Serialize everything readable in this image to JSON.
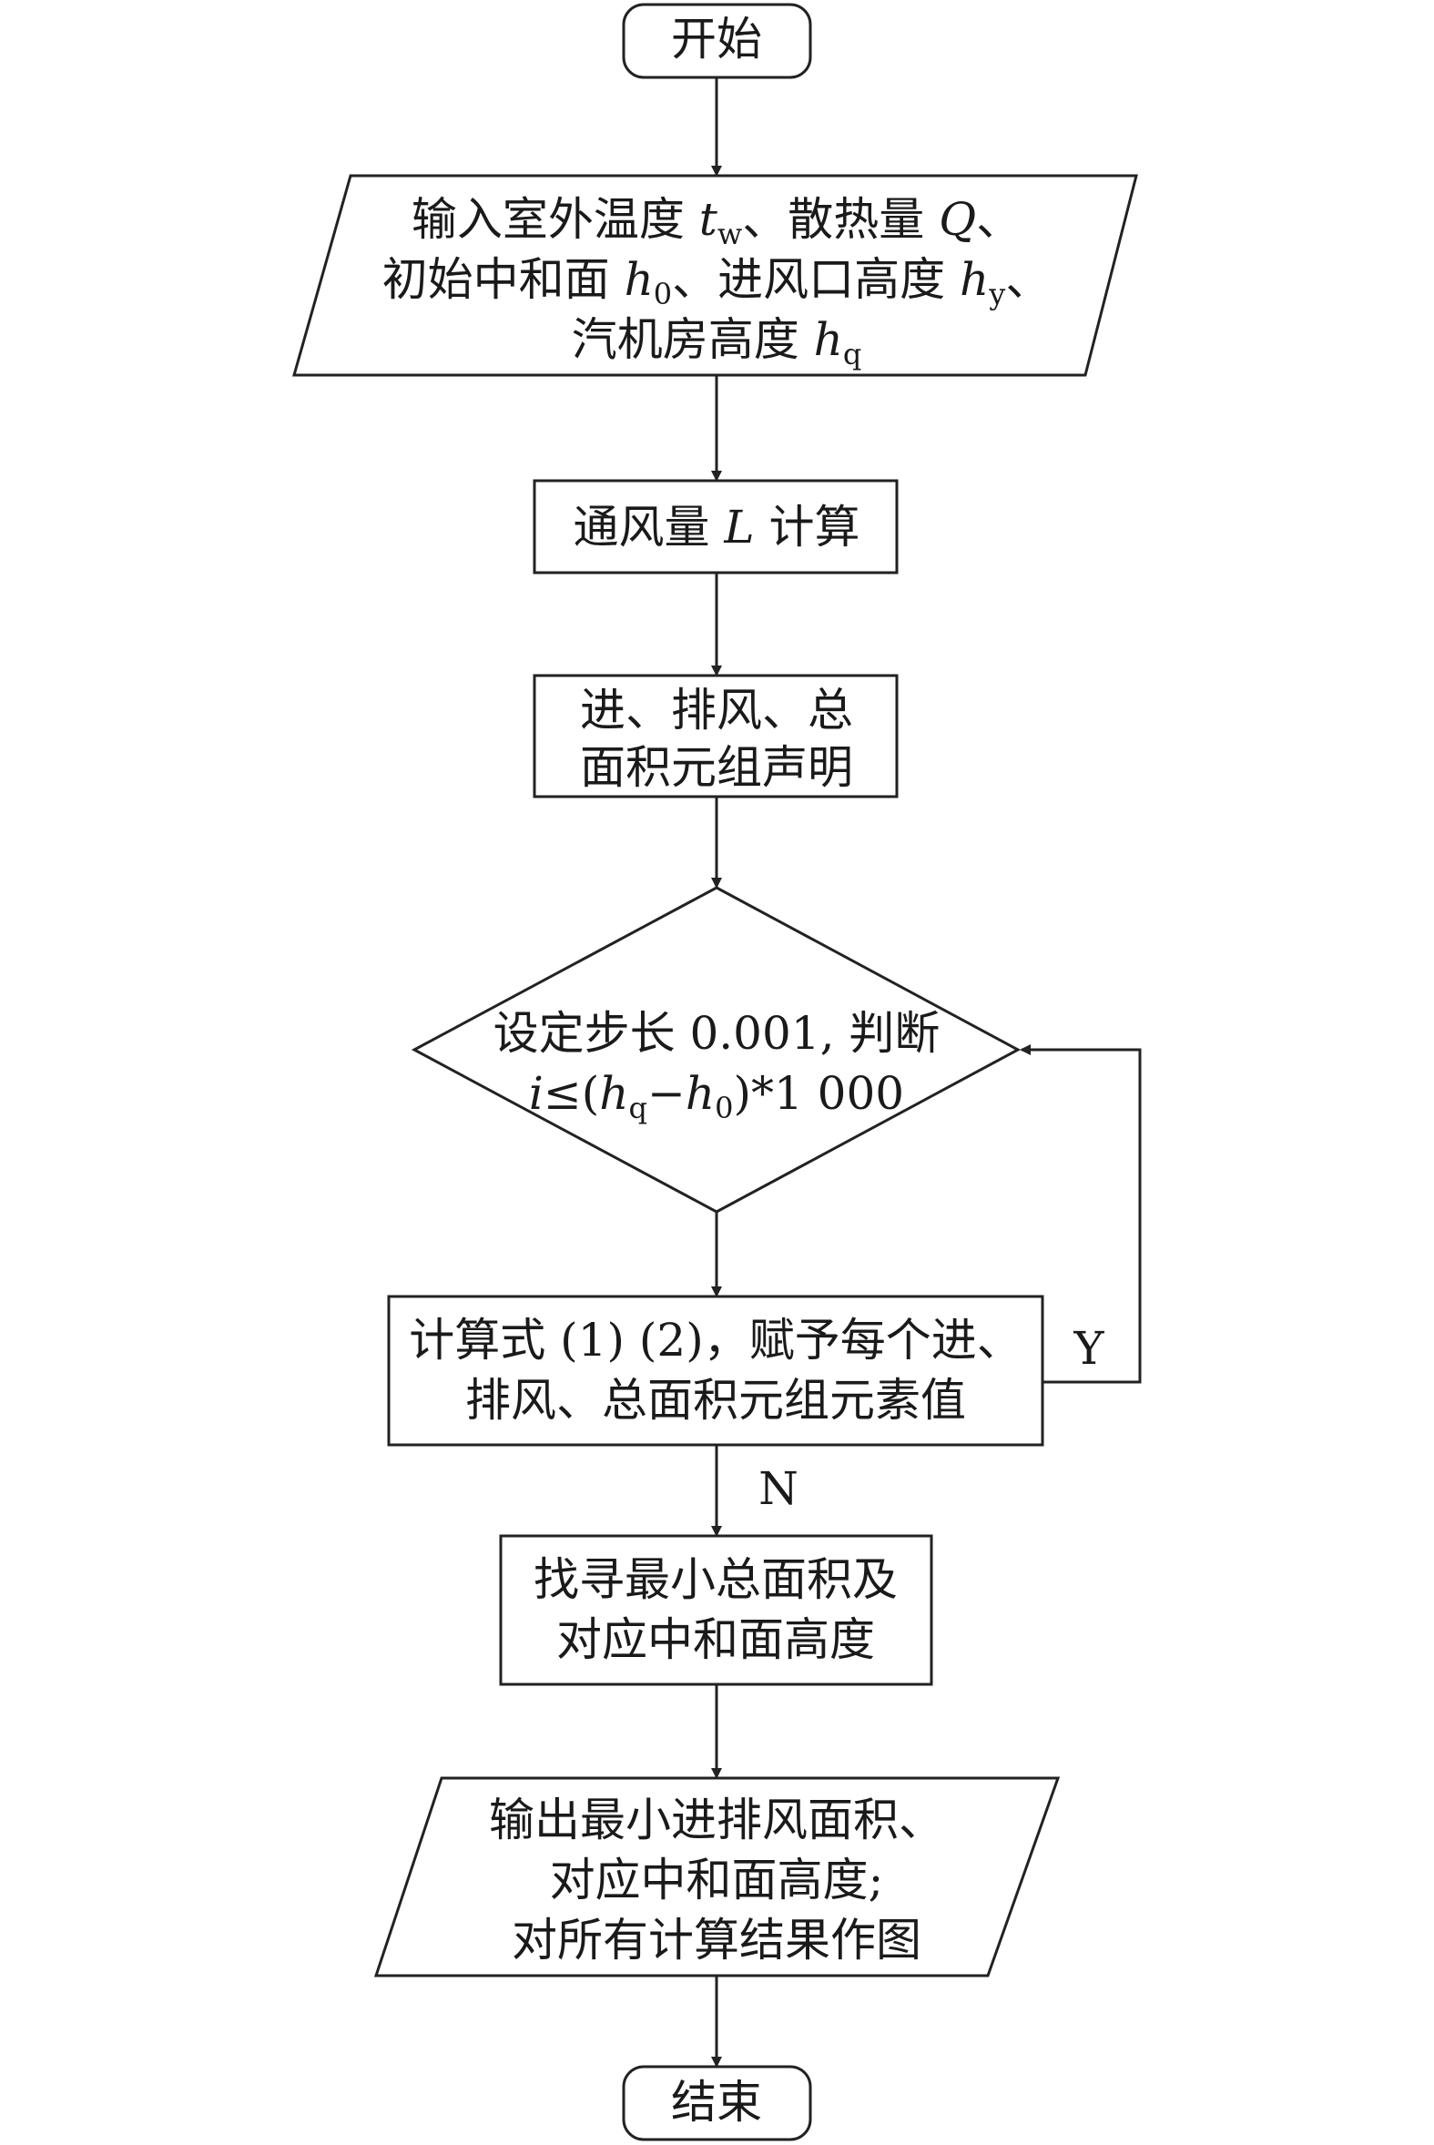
{
  "flowchart": {
    "start": "开始",
    "input": {
      "line1_a": "输入室外温度 ",
      "line1_var1": "t",
      "line1_sub1": "w",
      "line1_b": "、散热量 ",
      "line1_var2": "Q",
      "line1_c": "、",
      "line2_a": "初始中和面 ",
      "line2_var1": "h",
      "line2_sub1": "0",
      "line2_b": "、进风口高度 ",
      "line2_var2": "h",
      "line2_sub2": "y",
      "line2_c": "、",
      "line3_a": "汽机房高度 ",
      "line3_var": "h",
      "line3_sub": "q"
    },
    "airflow": {
      "a": "通风量 ",
      "var": "L",
      "b": " 计算"
    },
    "declare": {
      "line1": "进、排风、总",
      "line2": "面积元组声明"
    },
    "decision": {
      "line1": "设定步长 0.001, 判断",
      "var_i": "i",
      "le": "≤(",
      "h1": "h",
      "sub1": "q",
      "minus": "−",
      "h2": "h",
      "sub2": "0",
      "tail": ")*1 000"
    },
    "compute": {
      "line1": "计算式 (1) (2)，赋予每个进、",
      "line2": "排风、总面积元组元素值"
    },
    "find": {
      "line1": "找寻最小总面积及",
      "line2": "对应中和面高度"
    },
    "output": {
      "line1": "输出最小进排风面积、",
      "line2": "对应中和面高度;",
      "line3": "对所有计算结果作图"
    },
    "end": "结束",
    "label_yes": "Y",
    "label_no": "N"
  }
}
